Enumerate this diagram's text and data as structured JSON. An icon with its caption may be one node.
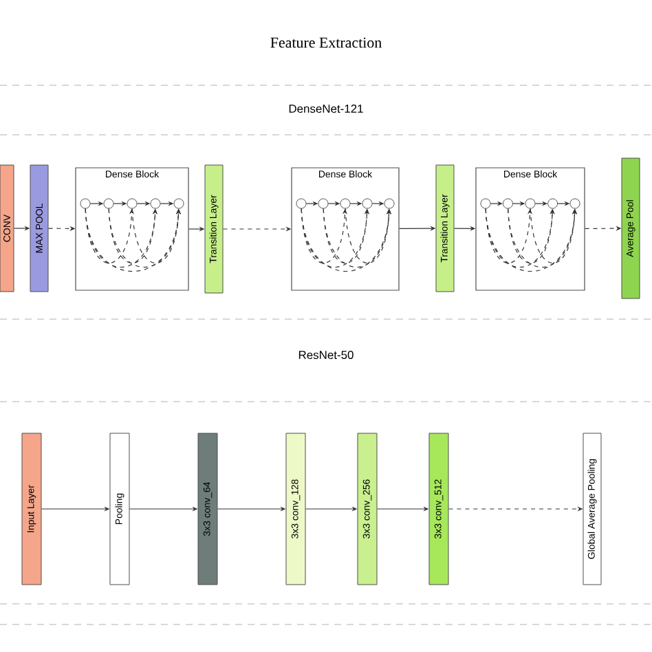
{
  "diagram": {
    "title": "Feature Extraction",
    "nodes": [
      {
        "text": [
          "CONV"
        ]
      },
      {
        "text": [
          "MAX POOL"
        ]
      },
      {
        "text": [
          "Dense Block"
        ]
      },
      {
        "text": [],
        "shape": "circle",
        "in": 2
      },
      {
        "text": [],
        "shape": "circle",
        "in": 2
      },
      {
        "text": [],
        "shape": "circle",
        "in": 2
      },
      {
        "text": [],
        "shape": "circle",
        "in": 2
      },
      {
        "text": [],
        "shape": "circle",
        "in": 2
      },
      {
        "text": [
          "Transition Layer"
        ]
      },
      {
        "text": [
          "Dense Block"
        ]
      },
      {
        "text": [],
        "shape": "circle",
        "in": 9
      },
      {
        "text": [],
        "shape": "circle",
        "in": 9
      },
      {
        "text": [],
        "shape": "circle",
        "in": 9
      },
      {
        "text": [],
        "shape": "circle",
        "in": 9
      },
      {
        "text": [],
        "shape": "circle",
        "in": 9
      },
      {
        "text": [
          "Transition Layer"
        ]
      },
      {
        "text": [
          "Dense Block"
        ]
      },
      {
        "text": [],
        "shape": "circle",
        "in": 16
      },
      {
        "text": [],
        "shape": "circle",
        "in": 16
      },
      {
        "text": [],
        "shape": "circle",
        "in": 16
      },
      {
        "text": [],
        "shape": "circle",
        "in": 16
      },
      {
        "text": [],
        "shape": "circle",
        "in": 16
      },
      {
        "text": [
          "Average Pool"
        ]
      },
      {
        "text": [
          "Input Layer"
        ]
      },
      {
        "text": [
          "Pooling"
        ]
      },
      {
        "text": [
          "3x3 conv_64"
        ]
      },
      {
        "text": [
          "3x3 conv_128"
        ]
      },
      {
        "text": [
          "3x3 conv_256"
        ]
      },
      {
        "text": [
          "3x3 conv_512"
        ]
      },
      {
        "text": [
          "Global Average Pooling"
        ]
      }
    ],
    "edges": [
      {
        "from": 0,
        "to": 1,
        "arrow": "to"
      },
      {
        "from": 1,
        "to": 2,
        "arrow": "to",
        "style": "dashed"
      },
      {
        "from": 2,
        "to": 8,
        "arrow": "to"
      },
      {
        "from": 8,
        "to": 9,
        "arrow": "to",
        "style": "dashed"
      },
      {
        "from": 9,
        "to": 15,
        "arrow": "to"
      },
      {
        "from": 15,
        "to": 16,
        "arrow": "to"
      },
      {
        "from": 16,
        "to": 22,
        "arrow": "to",
        "style": "dashed"
      },
      {
        "from": 3,
        "to": 4,
        "arrow": "to"
      },
      {
        "from": 4,
        "to": 5,
        "arrow": "to"
      },
      {
        "from": 5,
        "to": 6,
        "arrow": "to"
      },
      {
        "from": 6,
        "to": 7,
        "arrow": "to"
      },
      {
        "from": 3,
        "to": 5,
        "arrow": "to",
        "style": "dashed"
      },
      {
        "from": 3,
        "to": 6,
        "arrow": "to",
        "style": "dashed"
      },
      {
        "from": 3,
        "to": 7,
        "arrow": "to",
        "style": "dashed"
      },
      {
        "from": 4,
        "to": 6,
        "arrow": "to",
        "style": "dashed"
      },
      {
        "from": 4,
        "to": 7,
        "arrow": "to",
        "style": "dashed"
      },
      {
        "from": 5,
        "to": 7,
        "arrow": "to",
        "style": "dashed"
      },
      {
        "from": 10,
        "to": 11,
        "arrow": "to"
      },
      {
        "from": 11,
        "to": 12,
        "arrow": "to"
      },
      {
        "from": 12,
        "to": 13,
        "arrow": "to"
      },
      {
        "from": 13,
        "to": 14,
        "arrow": "to"
      },
      {
        "from": 10,
        "to": 12,
        "arrow": "to",
        "style": "dashed"
      },
      {
        "from": 10,
        "to": 13,
        "arrow": "to",
        "style": "dashed"
      },
      {
        "from": 10,
        "to": 14,
        "arrow": "to",
        "style": "dashed"
      },
      {
        "from": 11,
        "to": 13,
        "arrow": "to",
        "style": "dashed"
      },
      {
        "from": 11,
        "to": 14,
        "arrow": "to",
        "style": "dashed"
      },
      {
        "from": 12,
        "to": 14,
        "arrow": "to",
        "style": "dashed"
      },
      {
        "from": 17,
        "to": 18,
        "arrow": "to"
      },
      {
        "from": 18,
        "to": 19,
        "arrow": "to"
      },
      {
        "from": 19,
        "to": 20,
        "arrow": "to"
      },
      {
        "from": 20,
        "to": 21,
        "arrow": "to"
      },
      {
        "from": 17,
        "to": 19,
        "arrow": "to",
        "style": "dashed"
      },
      {
        "from": 17,
        "to": 20,
        "arrow": "to",
        "style": "dashed"
      },
      {
        "from": 17,
        "to": 21,
        "arrow": "to",
        "style": "dashed"
      },
      {
        "from": 18,
        "to": 20,
        "arrow": "to",
        "style": "dashed"
      },
      {
        "from": 18,
        "to": 21,
        "arrow": "to",
        "style": "dashed"
      },
      {
        "from": 19,
        "to": 21,
        "arrow": "to",
        "style": "dashed"
      },
      {
        "from": 23,
        "to": 24,
        "arrow": "to"
      },
      {
        "from": 24,
        "to": 25,
        "arrow": "to"
      },
      {
        "from": 25,
        "to": 26,
        "arrow": "to"
      },
      {
        "from": 26,
        "to": 27,
        "arrow": "to"
      },
      {
        "from": 27,
        "to": 28,
        "arrow": "to"
      },
      {
        "from": 28,
        "to": 29,
        "arrow": "to",
        "style": "dashed"
      }
    ],
    "labels": [
      "DenseNet-121",
      "ResNet-50"
    ]
  }
}
